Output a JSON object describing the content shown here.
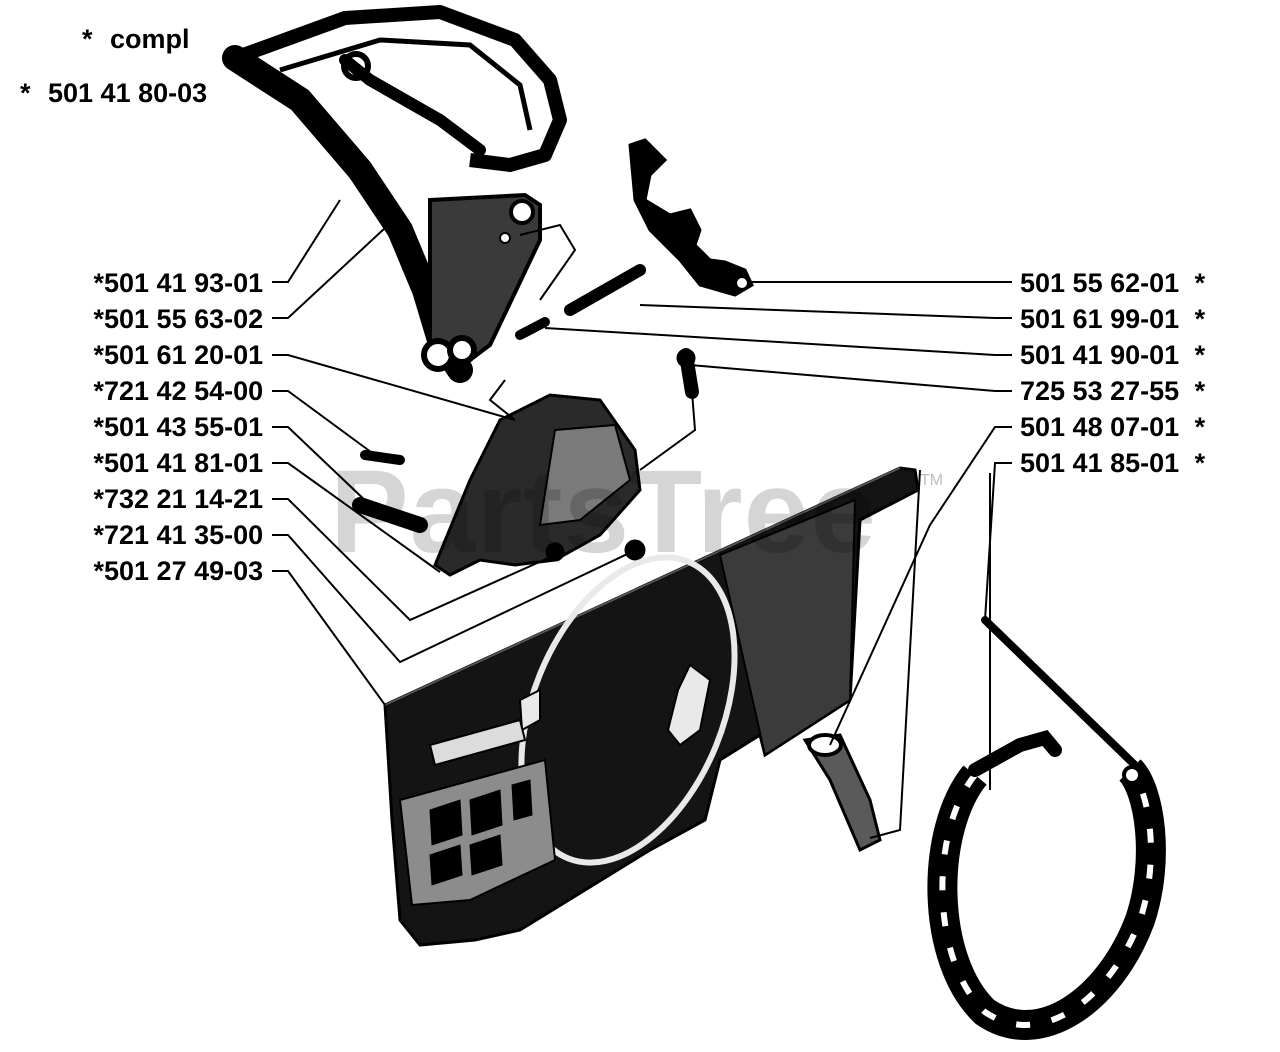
{
  "header": {
    "star": "*",
    "compl": "compl",
    "code": "501 41 80-03"
  },
  "watermark": {
    "text": "PartsTree",
    "tm": "TM"
  },
  "star": "*",
  "callouts_left": [
    "501 41 93-01",
    "501 55 63-02",
    "501 61 20-01",
    "721 42 54-00",
    "501 43 55-01",
    "501 41 81-01",
    "732 21 14-21",
    "721 41 35-00",
    "501 27 49-03"
  ],
  "callouts_right": [
    "501 55 62-01",
    "501 61 99-01",
    "501 41 90-01",
    "725 53 27-55",
    "501 48 07-01",
    "501 41 85-01"
  ]
}
